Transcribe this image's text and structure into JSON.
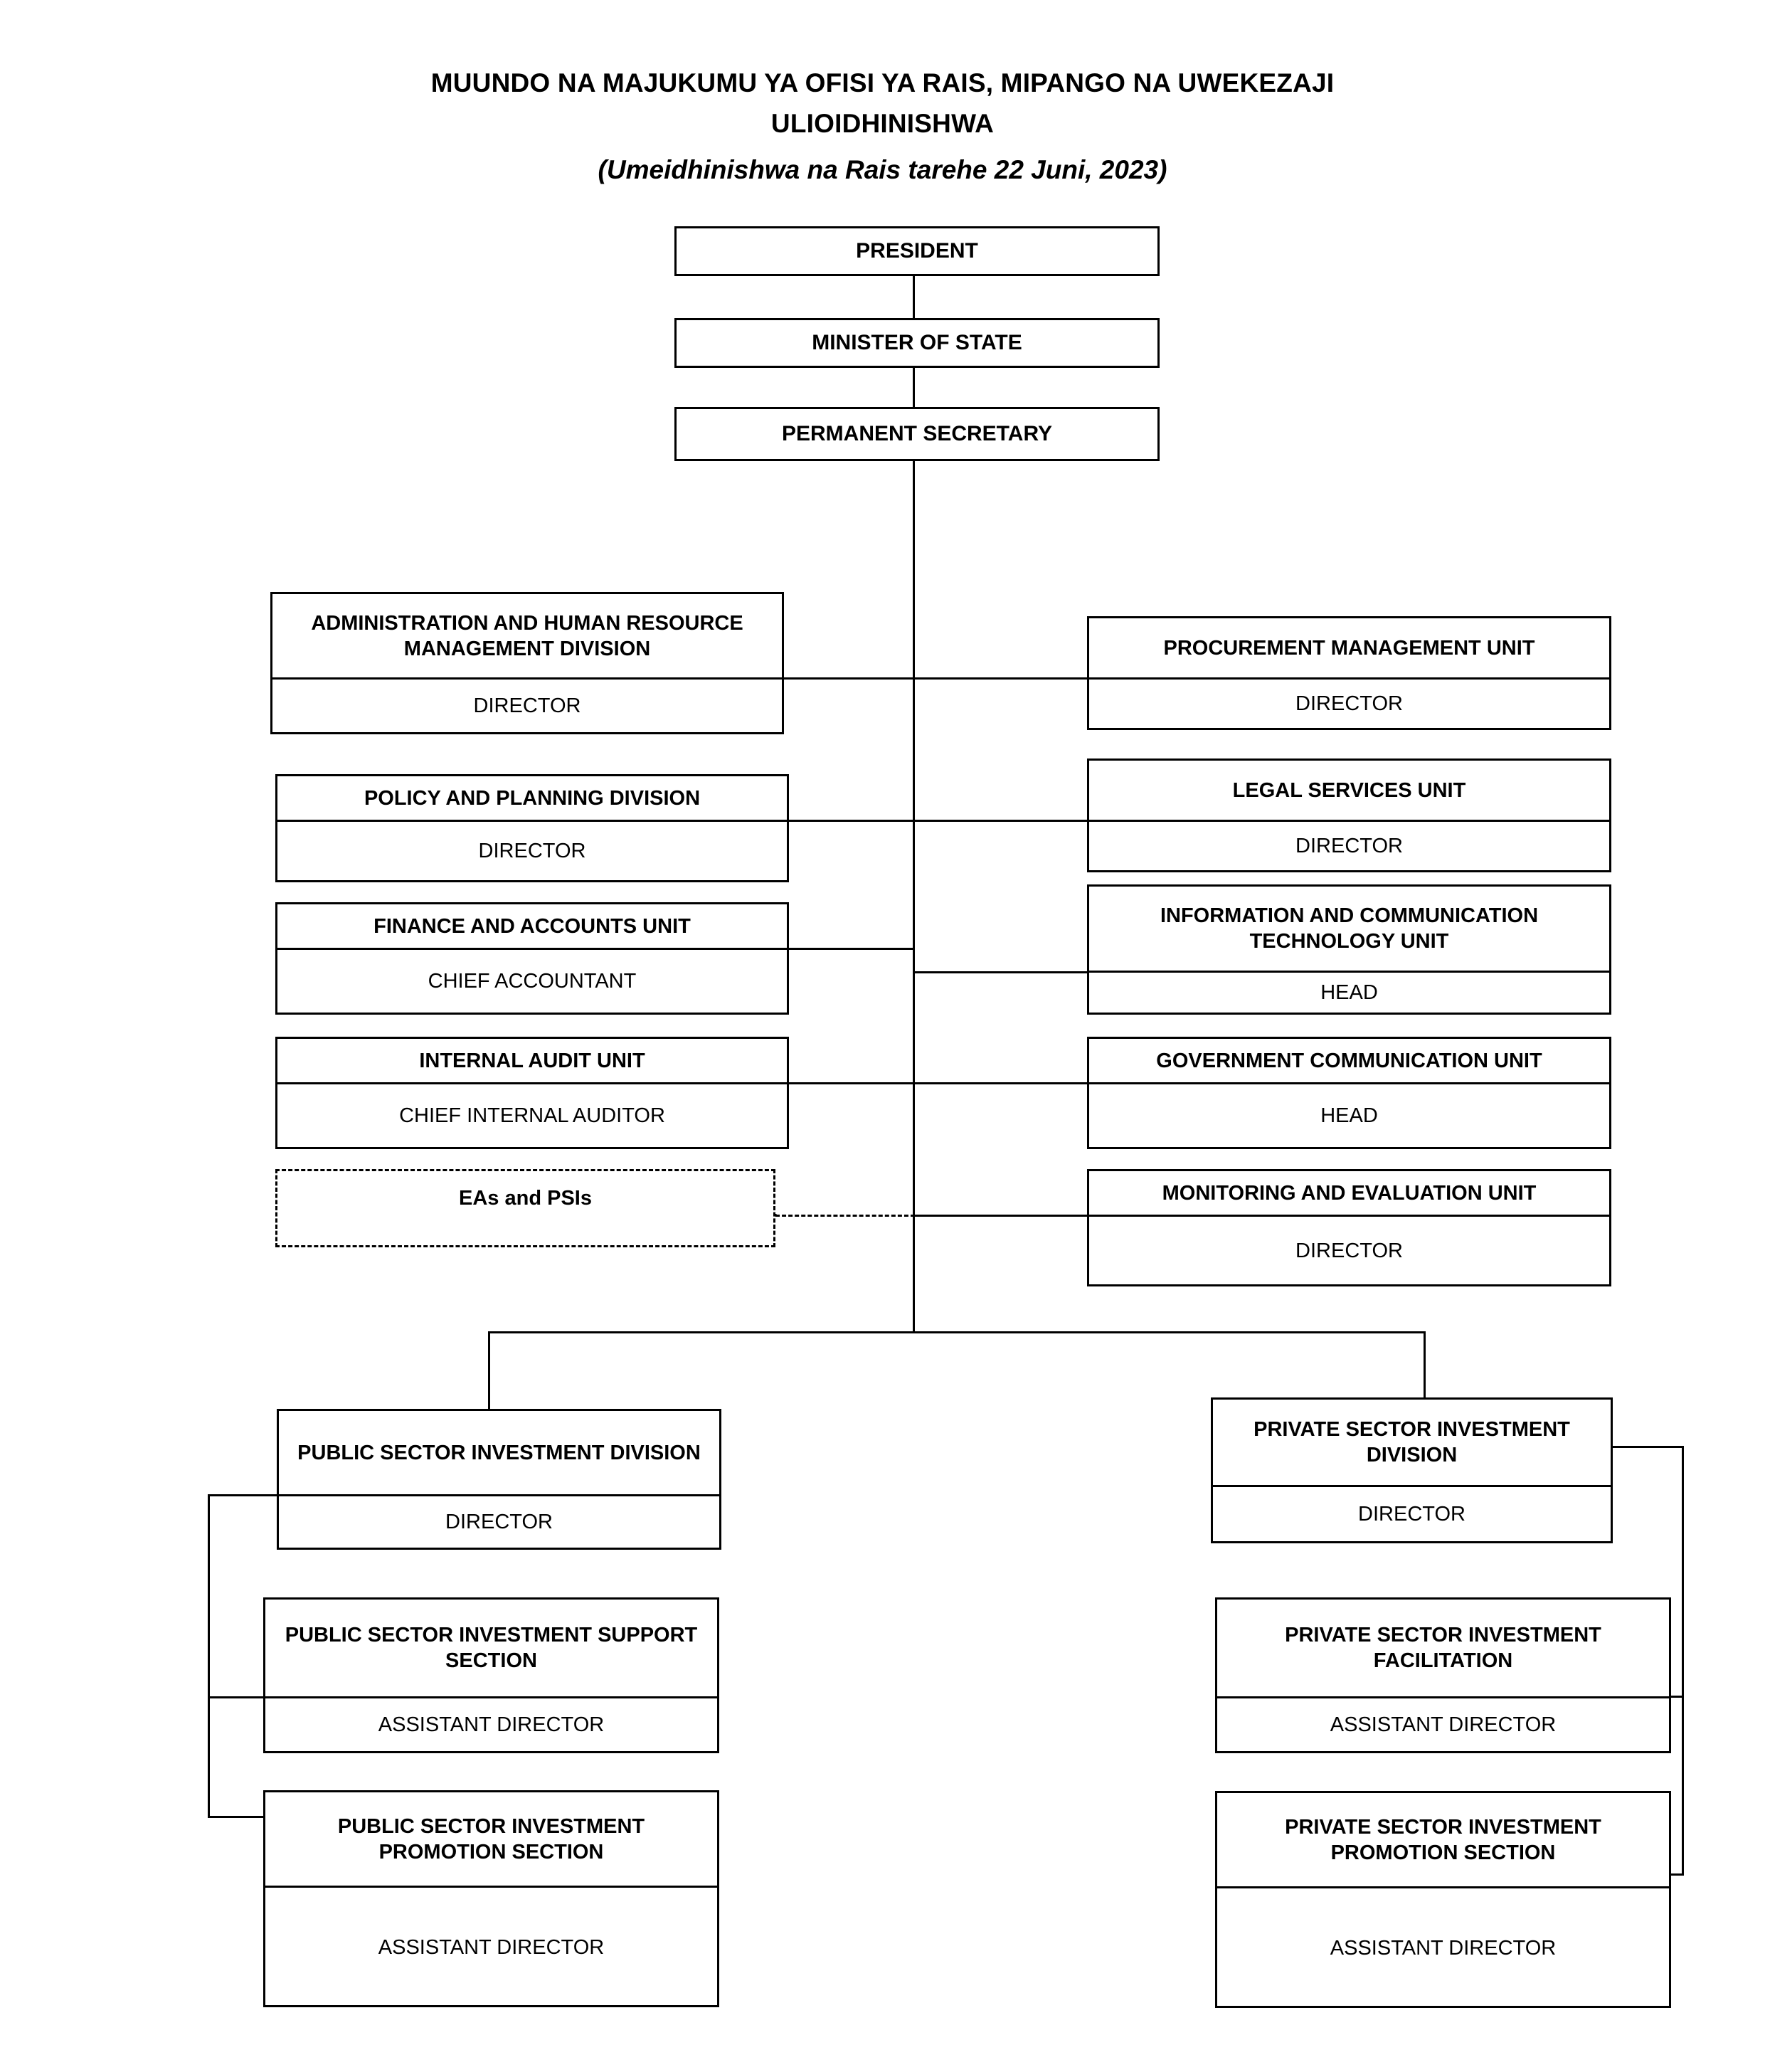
{
  "title": {
    "line1": "MUUNDO NA MAJUKUMU YA OFISI YA RAIS, MIPANGO NA UWEKEZAJI",
    "line2": "ULIOIDHINISHWA",
    "subtitle": "(Umeidhinishwa na Rais tarehe  22 Juni, 2023)"
  },
  "top_chain": [
    {
      "label": "PRESIDENT"
    },
    {
      "label": "MINISTER OF STATE"
    },
    {
      "label": "PERMANENT SECRETARY"
    }
  ],
  "left_column": [
    {
      "title": "ADMINISTRATION AND HUMAN RESOURCE MANAGEMENT DIVISION",
      "role": "DIRECTOR"
    },
    {
      "title": "POLICY AND PLANNING DIVISION",
      "role": "DIRECTOR"
    },
    {
      "title": "FINANCE AND ACCOUNTS UNIT",
      "role": "CHIEF ACCOUNTANT"
    },
    {
      "title": "INTERNAL AUDIT UNIT",
      "role": "CHIEF INTERNAL AUDITOR"
    }
  ],
  "dashed_box": {
    "title": "EAs and PSIs"
  },
  "right_column": [
    {
      "title": "PROCUREMENT MANAGEMENT UNIT",
      "role": "DIRECTOR"
    },
    {
      "title": "LEGAL SERVICES UNIT",
      "role": "DIRECTOR"
    },
    {
      "title": "INFORMATION AND COMMUNICATION TECHNOLOGY UNIT",
      "role": "HEAD"
    },
    {
      "title": "GOVERNMENT COMMUNICATION UNIT",
      "role": "HEAD"
    },
    {
      "title": "MONITORING AND EVALUATION UNIT",
      "role": "DIRECTOR"
    }
  ],
  "bottom_left": [
    {
      "title": "PUBLIC SECTOR INVESTMENT DIVISION",
      "role": "DIRECTOR"
    },
    {
      "title": "PUBLIC SECTOR INVESTMENT SUPPORT SECTION",
      "role": "ASSISTANT DIRECTOR"
    },
    {
      "title": "PUBLIC SECTOR INVESTMENT PROMOTION SECTION",
      "role": "ASSISTANT DIRECTOR"
    }
  ],
  "bottom_right": [
    {
      "title": "PRIVATE SECTOR INVESTMENT DIVISION",
      "role": "DIRECTOR"
    },
    {
      "title": "PRIVATE SECTOR INVESTMENT FACILITATION",
      "role": "ASSISTANT DIRECTOR"
    },
    {
      "title": "PRIVATE SECTOR INVESTMENT PROMOTION SECTION",
      "role": "ASSISTANT DIRECTOR"
    }
  ],
  "colors": {
    "line": "#000000",
    "background": "#ffffff",
    "text": "#000000"
  }
}
